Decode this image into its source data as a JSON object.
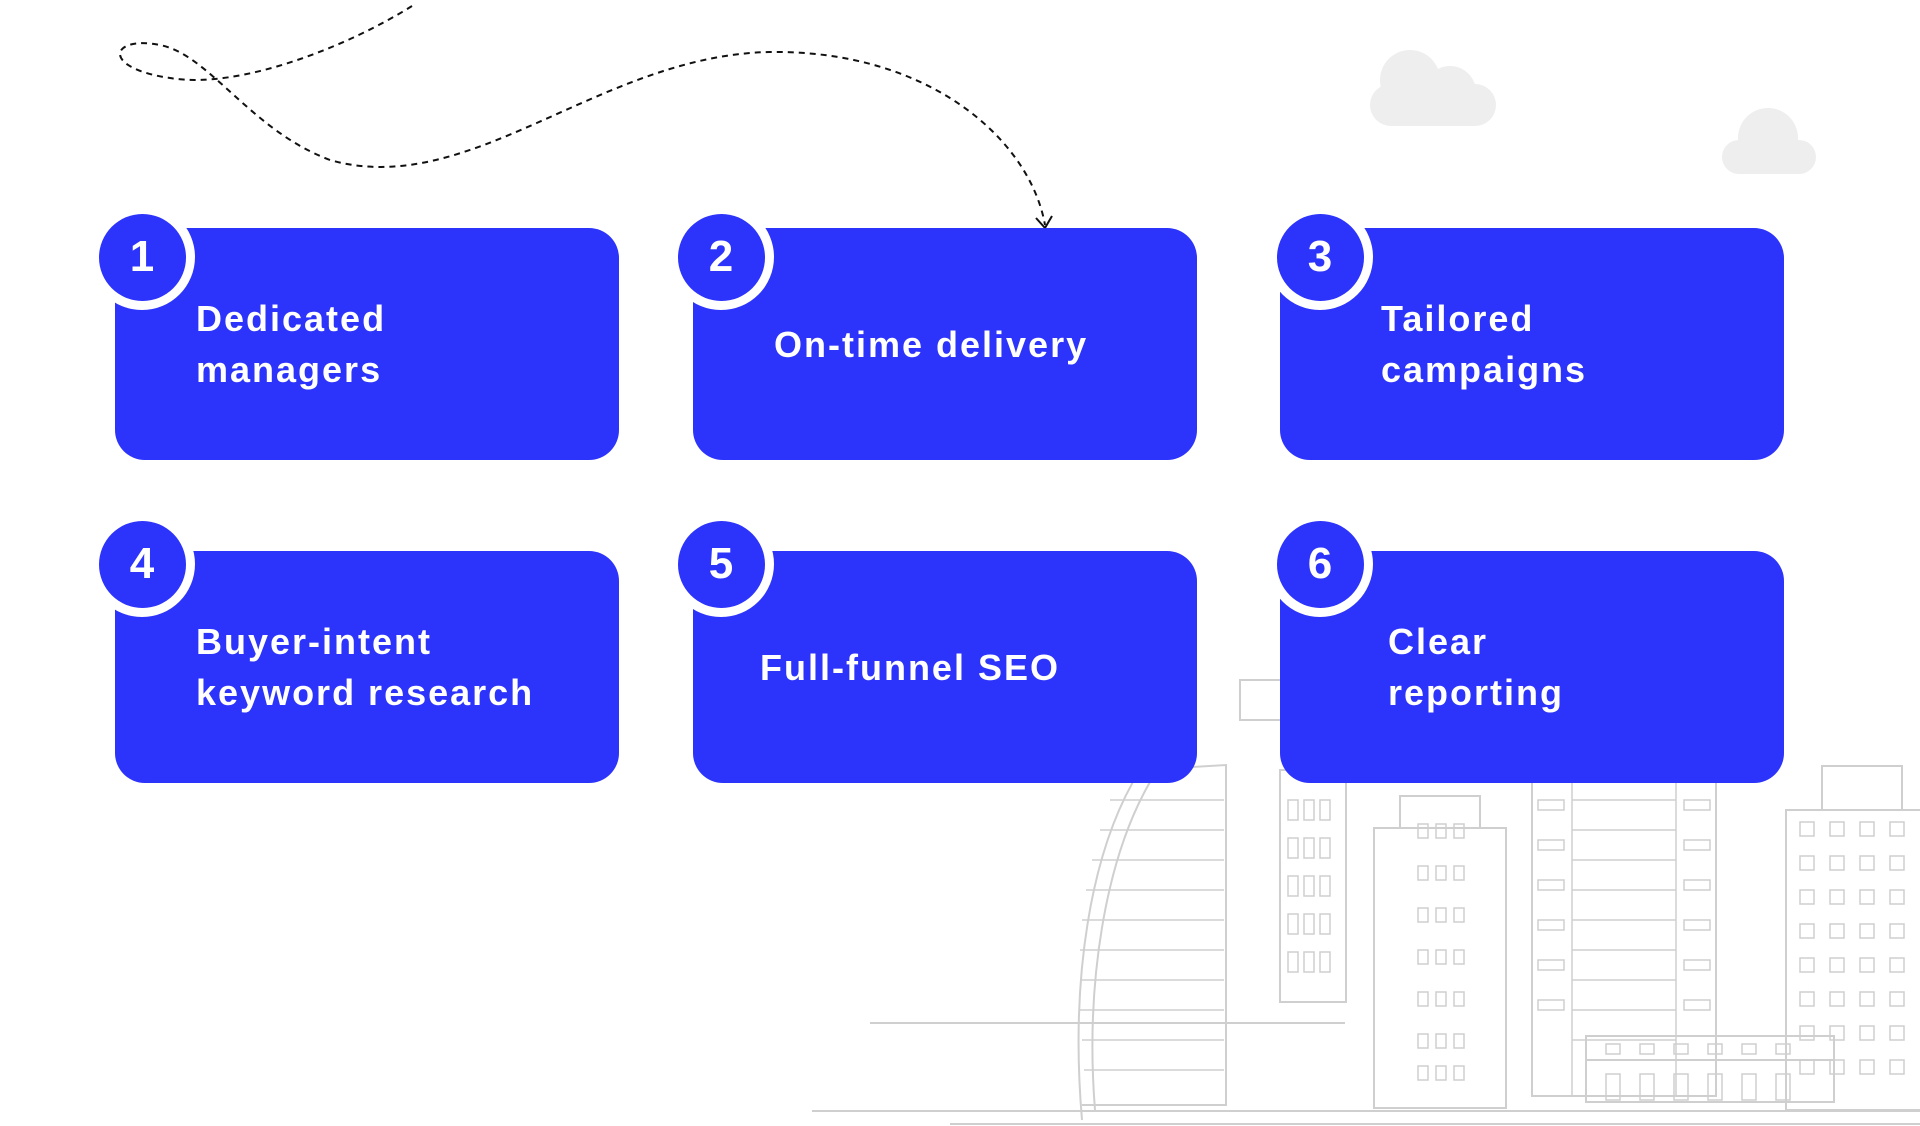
{
  "colors": {
    "accent": "#2c33fb",
    "line": "#cfcfcf",
    "cloud": "#eeeeee",
    "dash": "#111111"
  },
  "features": [
    {
      "number": "1",
      "label": "Dedicated\nmanagers"
    },
    {
      "number": "2",
      "label": "On-time delivery"
    },
    {
      "number": "3",
      "label": "Tailored\ncampaigns"
    },
    {
      "number": "4",
      "label": "Buyer-intent\nkeyword research"
    },
    {
      "number": "5",
      "label": "Full-funnel SEO"
    },
    {
      "number": "6",
      "label": "Clear\nreporting"
    }
  ]
}
